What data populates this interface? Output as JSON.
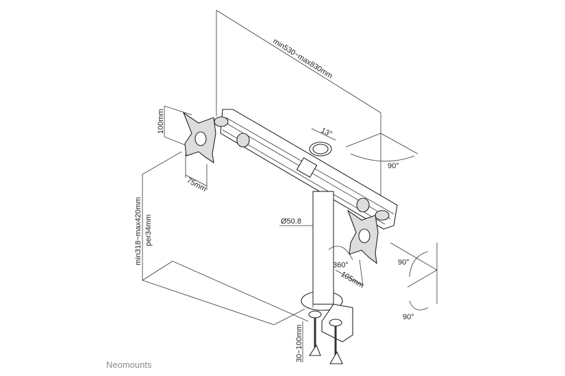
{
  "dimensions": {
    "arm_length": "min530~max830mm",
    "vesa_height": "100mm",
    "vesa_width": "75mm",
    "pole_height": "min318~max420mm",
    "pole_step": "per34mm",
    "pole_diameter": "Ø50.8",
    "rotation": "360°",
    "clamp_offset": "105mm",
    "desk_thickness": "30~100mm",
    "tilt_arm": "13°",
    "swivel": "90°",
    "tilt_up": "90°",
    "tilt_down": "90°"
  },
  "brand": {
    "name": "Neomounts"
  }
}
